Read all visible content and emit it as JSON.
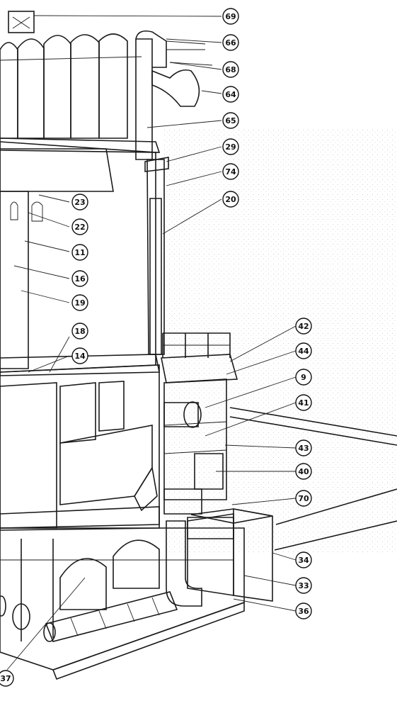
{
  "callouts": [
    {
      "id": "c69",
      "label": "69"
    },
    {
      "id": "c66",
      "label": "66"
    },
    {
      "id": "c68",
      "label": "68"
    },
    {
      "id": "c64",
      "label": "64"
    },
    {
      "id": "c65",
      "label": "65"
    },
    {
      "id": "c29",
      "label": "29"
    },
    {
      "id": "c74",
      "label": "74"
    },
    {
      "id": "c20",
      "label": "20"
    },
    {
      "id": "c23",
      "label": "23"
    },
    {
      "id": "c22",
      "label": "22"
    },
    {
      "id": "c11",
      "label": "11"
    },
    {
      "id": "c16",
      "label": "16"
    },
    {
      "id": "c19",
      "label": "19"
    },
    {
      "id": "c18",
      "label": "18"
    },
    {
      "id": "c14",
      "label": "14"
    },
    {
      "id": "c42",
      "label": "42"
    },
    {
      "id": "c44",
      "label": "44"
    },
    {
      "id": "c9",
      "label": "9"
    },
    {
      "id": "c41",
      "label": "41"
    },
    {
      "id": "c43",
      "label": "43"
    },
    {
      "id": "c40",
      "label": "40"
    },
    {
      "id": "c70",
      "label": "70"
    },
    {
      "id": "c34",
      "label": "34"
    },
    {
      "id": "c33",
      "label": "33"
    },
    {
      "id": "c36",
      "label": "36"
    },
    {
      "id": "c37",
      "label": "37"
    }
  ]
}
